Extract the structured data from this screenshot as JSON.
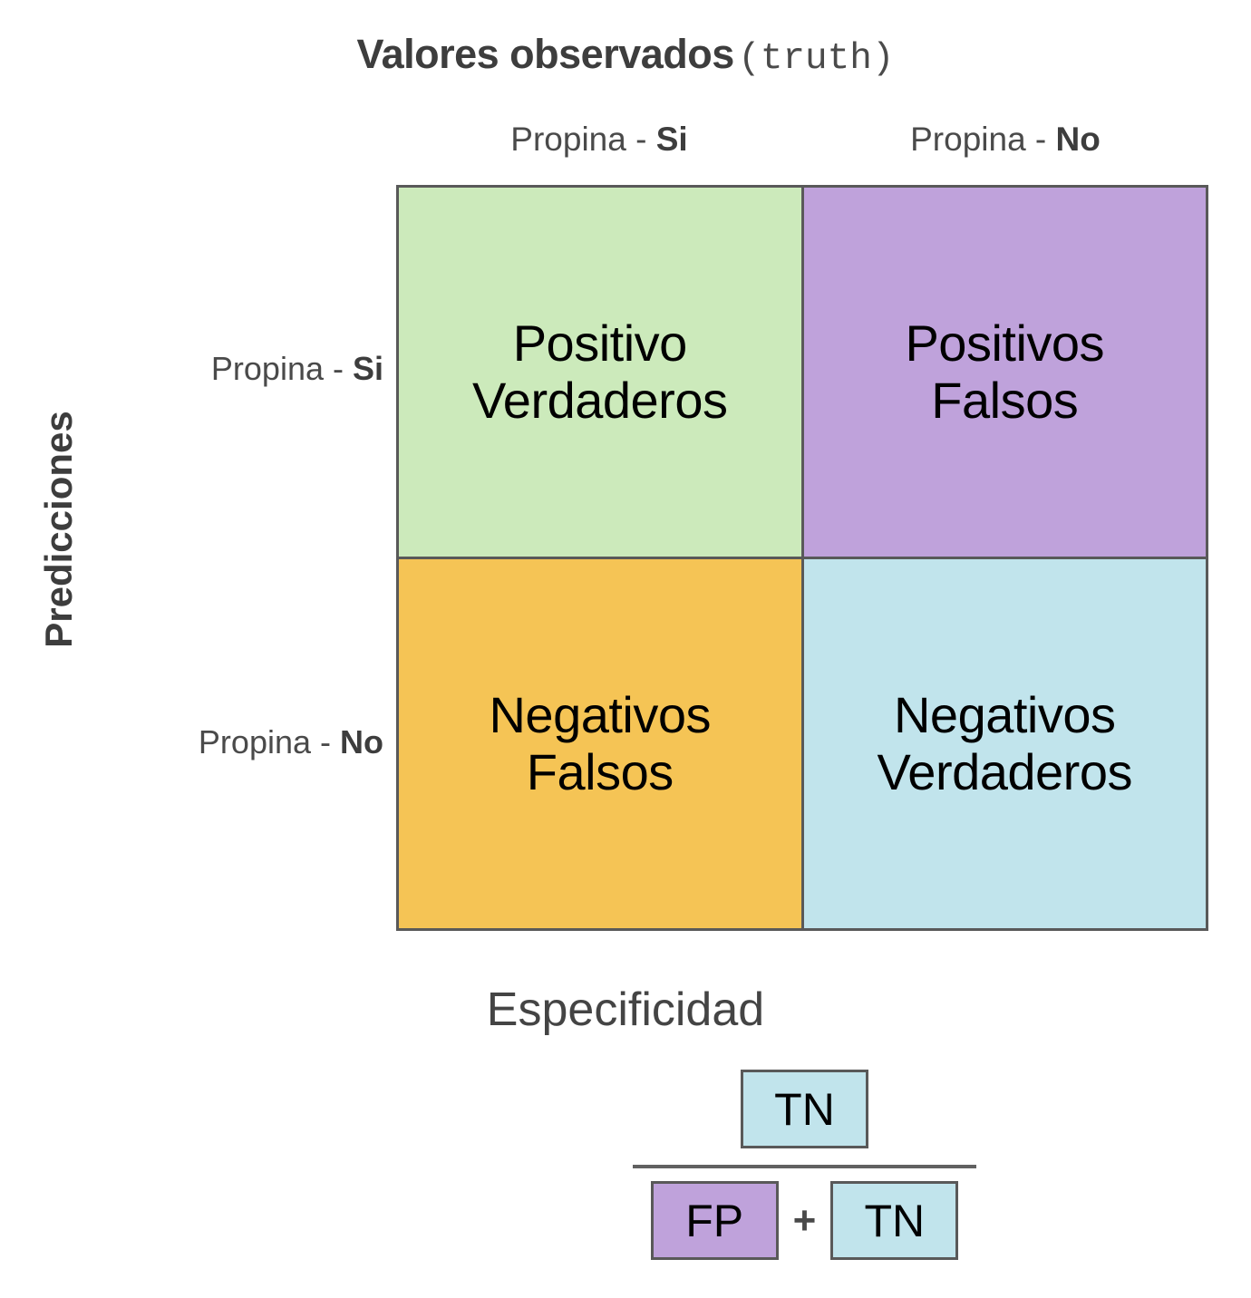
{
  "title": {
    "main": "Valores observados",
    "suffix": "(truth)"
  },
  "axes": {
    "x_label_bold": "Valores observados",
    "y_label": "Predicciones"
  },
  "column_headers": [
    {
      "prefix": "Propina - ",
      "value": "Si"
    },
    {
      "prefix": "Propina - ",
      "value": "No"
    }
  ],
  "row_headers": [
    {
      "prefix": "Propina - ",
      "value": "Si"
    },
    {
      "prefix": "Propina - ",
      "value": "No"
    }
  ],
  "matrix": {
    "cells": [
      {
        "id": "true-positive",
        "line1": "Positivo",
        "line2": "Verdaderos",
        "color": "#cceabb"
      },
      {
        "id": "false-positive",
        "line1": "Positivos",
        "line2": "Falsos",
        "color": "#bfa2db"
      },
      {
        "id": "false-negative",
        "line1": "Negativos",
        "line2": "Falsos",
        "color": "#f5c455"
      },
      {
        "id": "true-negative",
        "line1": "Negativos",
        "line2": "Verdaderos",
        "color": "#c1e4ec"
      }
    ],
    "border_color": "#595959"
  },
  "metric": {
    "name": "Especificidad",
    "numerator": [
      {
        "label": "TN",
        "color": "#c1e4ec"
      }
    ],
    "denominator": [
      {
        "label": "FP",
        "color": "#bfa2db"
      },
      {
        "label": "TN",
        "color": "#c1e4ec"
      }
    ],
    "operator": "+"
  }
}
